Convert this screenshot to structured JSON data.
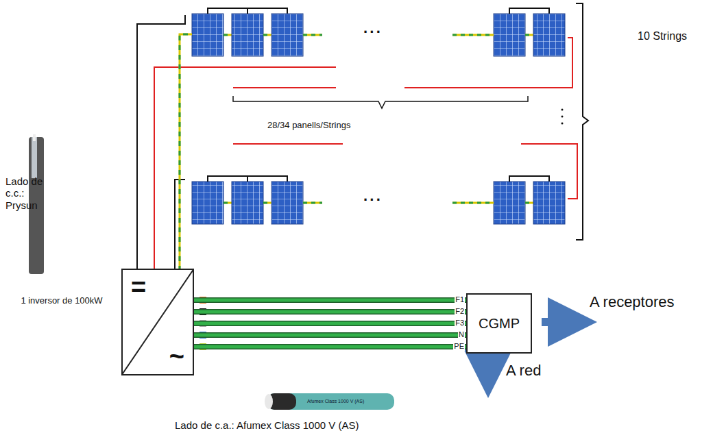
{
  "diagram": {
    "nodes": [
      {
        "text": [
          "=",
          "~"
        ]
      },
      {
        "text": [
          "CGMP"
        ]
      }
    ],
    "edges": [
      {
        "from": 0,
        "to": 1,
        "arrow": "none"
      },
      {
        "from": 0,
        "to": 1,
        "arrow": "none"
      },
      {
        "from": 0,
        "to": 1,
        "arrow": "none"
      },
      {
        "from": 0,
        "to": 1,
        "arrow": "none"
      },
      {
        "from": 0,
        "to": 1,
        "arrow": "none"
      }
    ],
    "labels": [
      "Lado de c.c.: Prysun",
      "28/34 panells/Strings",
      "10 Strings",
      "1 inversor de 100kW",
      "F1",
      "F2",
      "F3",
      "N",
      "PE",
      "A receptores",
      "A red",
      "Lado de c.a.: Afumex Class 1000 V (AS)",
      "Afumex Class 1000 V (AS)",
      "···",
      "···"
    ]
  }
}
